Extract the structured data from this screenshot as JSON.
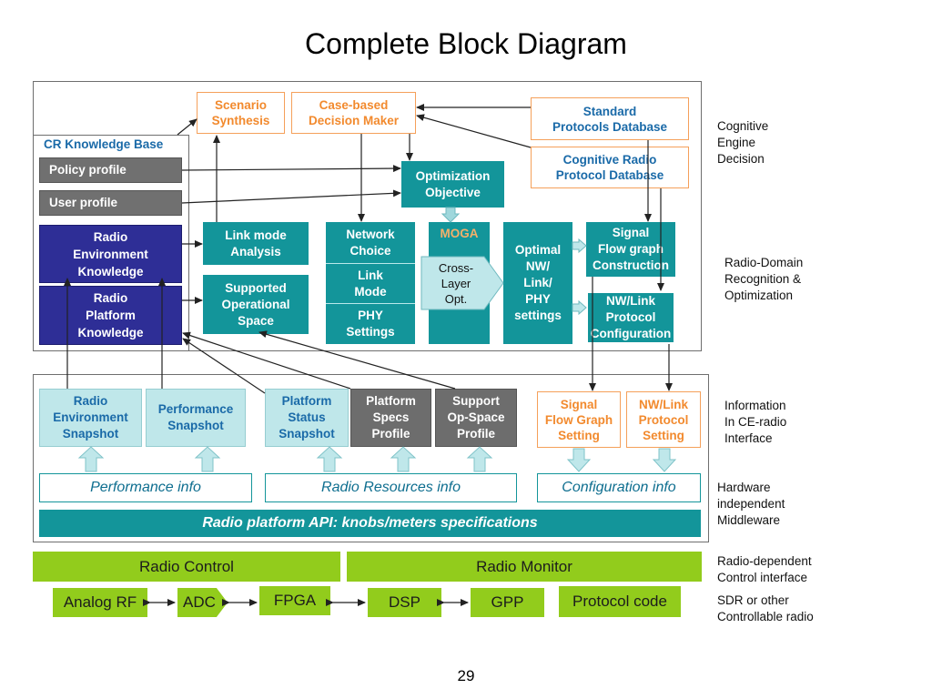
{
  "title": "Complete Block Diagram",
  "page_number": "29",
  "top": {
    "scenario": "Scenario\nSynthesis",
    "case_based": "Case-based\nDecision Maker",
    "std_protocols": "Standard\nProtocols Database",
    "cr_protocol": "Cognitive Radio\nProtocol Database"
  },
  "kb": {
    "title": "CR Knowledge Base",
    "policy": "Policy profile",
    "user": "User profile",
    "radio_env": "Radio\nEnvironment\nKnowledge",
    "radio_platform": "Radio\nPlatform\nKnowledge"
  },
  "middle": {
    "optimization": "Optimization\nObjective",
    "link_mode_analysis": "Link mode\nAnalysis",
    "supported_space": "Supported\nOperational\nSpace",
    "network_choice": "Network\nChoice",
    "link_mode": "Link\nMode",
    "phy_settings": "PHY\nSettings",
    "moga": "MOGA",
    "cross_layer": "Cross-\nLayer\nOpt.",
    "optimal": "Optimal\nNW/\nLink/\nPHY\nsettings",
    "signal_flow": "Signal\nFlow graph\nConstruction",
    "nwlink_config": "NW/Link\nProtocol\nConfiguration"
  },
  "interface": {
    "radio_env_snap": "Radio\nEnvironment\nSnapshot",
    "perf_snap": "Performance\nSnapshot",
    "platform_status": "Platform\nStatus\nSnapshot",
    "platform_specs": "Platform\nSpecs\nProfile",
    "support_op": "Support\nOp-Space\nProfile",
    "signal_flow_setting": "Signal\nFlow Graph\nSetting",
    "nwlink_setting": "NW/Link\nProtocol\nSetting"
  },
  "info": {
    "performance": "Performance info",
    "radio_resources": "Radio Resources info",
    "configuration": "Configuration info",
    "api": "Radio platform API: knobs/meters specifications"
  },
  "control": {
    "radio_control": "Radio Control",
    "radio_monitor": "Radio Monitor",
    "analog_rf": "Analog RF",
    "adc": "ADC",
    "fpga": "FPGA",
    "dsp": "DSP",
    "gpp": "GPP",
    "protocol_code": "Protocol code"
  },
  "side_labels": {
    "cognitive": "Cognitive\nEngine\nDecision",
    "radio_domain": "Radio-Domain\nRecognition &\nOptimization",
    "information": "Information\nIn CE-radio\nInterface",
    "hardware": "Hardware\nindependent\nMiddleware",
    "radio_dependent": "Radio-dependent\nControl interface",
    "sdr": "SDR or other\nControllable radio"
  },
  "colors": {
    "teal": "#13959a",
    "navy": "#2e2e96",
    "green": "#92cc1c",
    "orange": "#f28a2e",
    "light_teal": "#bfe7ea",
    "grey": "#707070"
  }
}
